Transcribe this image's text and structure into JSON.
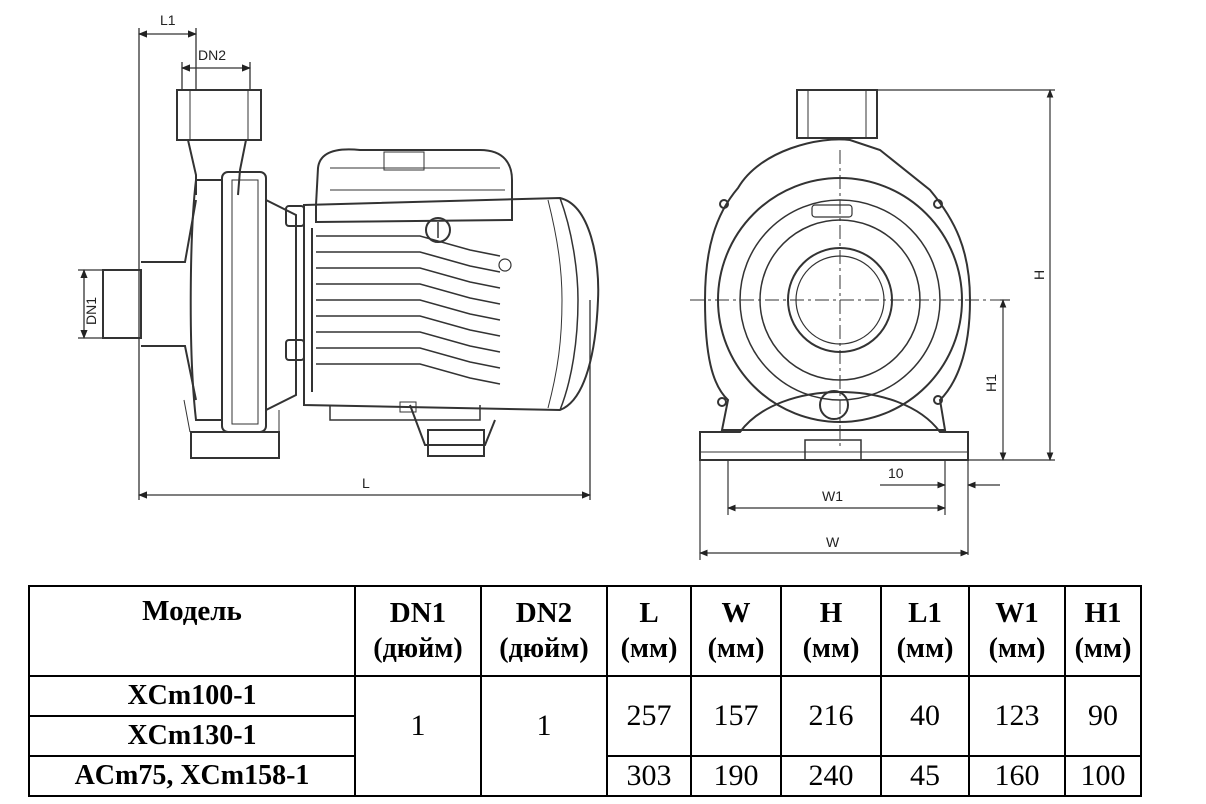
{
  "drawing": {
    "labels": {
      "l1": "L1",
      "dn2": "DN2",
      "dn1": "DN1",
      "l": "L",
      "h": "H",
      "h1": "H1",
      "ten": "10",
      "w1": "W1",
      "w": "W"
    }
  },
  "table": {
    "headers": [
      {
        "name": "Модель",
        "unit": ""
      },
      {
        "name": "DN1",
        "unit": "(дюйм)"
      },
      {
        "name": "DN2",
        "unit": "(дюйм)"
      },
      {
        "name": "L",
        "unit": "(мм)"
      },
      {
        "name": "W",
        "unit": "(мм)"
      },
      {
        "name": "H",
        "unit": "(мм)"
      },
      {
        "name": "L1",
        "unit": "(мм)"
      },
      {
        "name": "W1",
        "unit": "(мм)"
      },
      {
        "name": "H1",
        "unit": "(мм)"
      }
    ],
    "models": [
      "XCm100-1",
      "XCm130-1",
      "ACm75, XCm158-1"
    ],
    "dn1": "1",
    "dn2": "1",
    "group1": {
      "L": "257",
      "W": "157",
      "H": "216",
      "L1": "40",
      "W1": "123",
      "H1": "90"
    },
    "group2": {
      "L": "303",
      "W": "190",
      "H": "240",
      "L1": "45",
      "W1": "160",
      "H1": "100"
    }
  }
}
